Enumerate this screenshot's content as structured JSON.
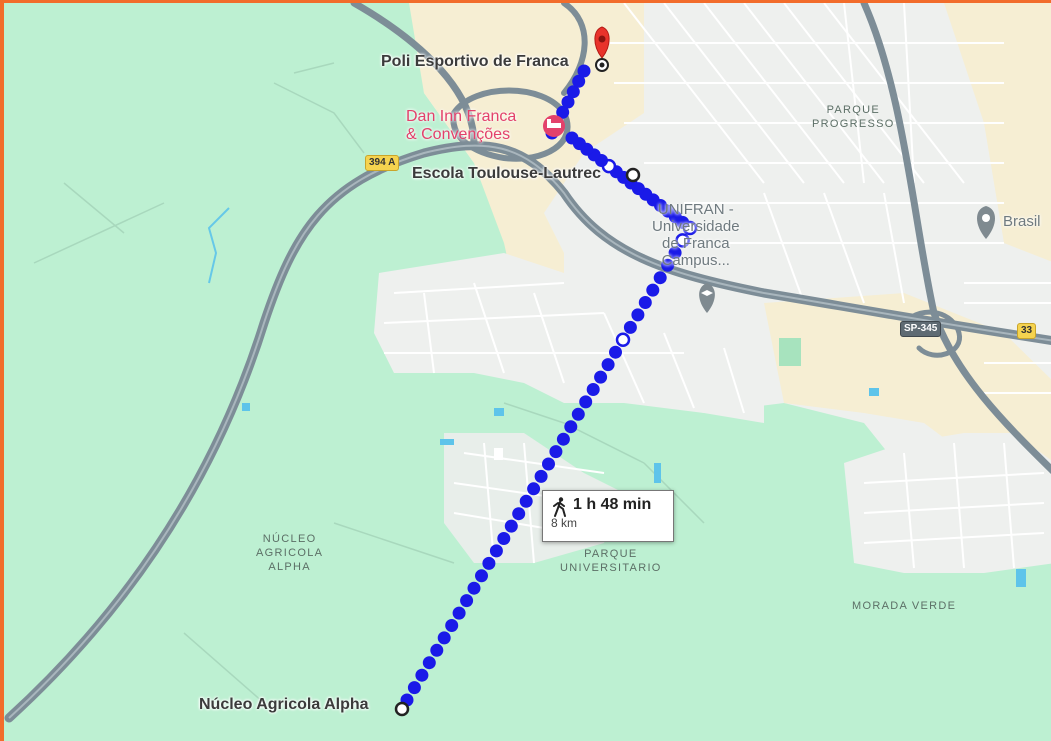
{
  "map": {
    "colors": {
      "park": "#bdf0d2",
      "urban": "#eef0ee",
      "sand": "#f6eed3",
      "highway": "#7d8d97",
      "street": "#ffffff",
      "route": "#1a1ae8",
      "marker_red": "#e8332b",
      "frame": "#f26c2b"
    },
    "places": {
      "destination": "Poli Esportivo de Franca",
      "stop": "Escola Toulouse-Lautrec",
      "origin": "Núcleo Agricola Alpha"
    },
    "pois": {
      "hotel_line1": "Dan Inn Franca",
      "hotel_line2": "& Convenções",
      "hotel_icon": "bed-icon",
      "university_line1": "UNIFRAN -",
      "university_line2": "Universidade",
      "university_line3": "de Franca",
      "university_line4": "Campus...",
      "university_icon": "graduation-cap-icon",
      "brasil_label": "Brasil",
      "brasil_icon": "location-pin-icon"
    },
    "neighborhoods": {
      "parque_progresso_1": "PARQUE",
      "parque_progresso_2": "PROGRESSO",
      "nucleo_1": "NÚCLEO",
      "nucleo_2": "AGRICOLA",
      "nucleo_3": "ALPHA",
      "parque_univ_1": "PARQUE",
      "parque_univ_2": "UNIVERSITARIO",
      "morada_verde": "MORADA VERDE"
    },
    "shields": {
      "road_394a": "394 A",
      "road_sp345": "SP-345",
      "road_33": "33"
    },
    "route": {
      "mode_icon": "walking-person-icon",
      "duration": "1 h 48 min",
      "distance": "8 km"
    }
  }
}
